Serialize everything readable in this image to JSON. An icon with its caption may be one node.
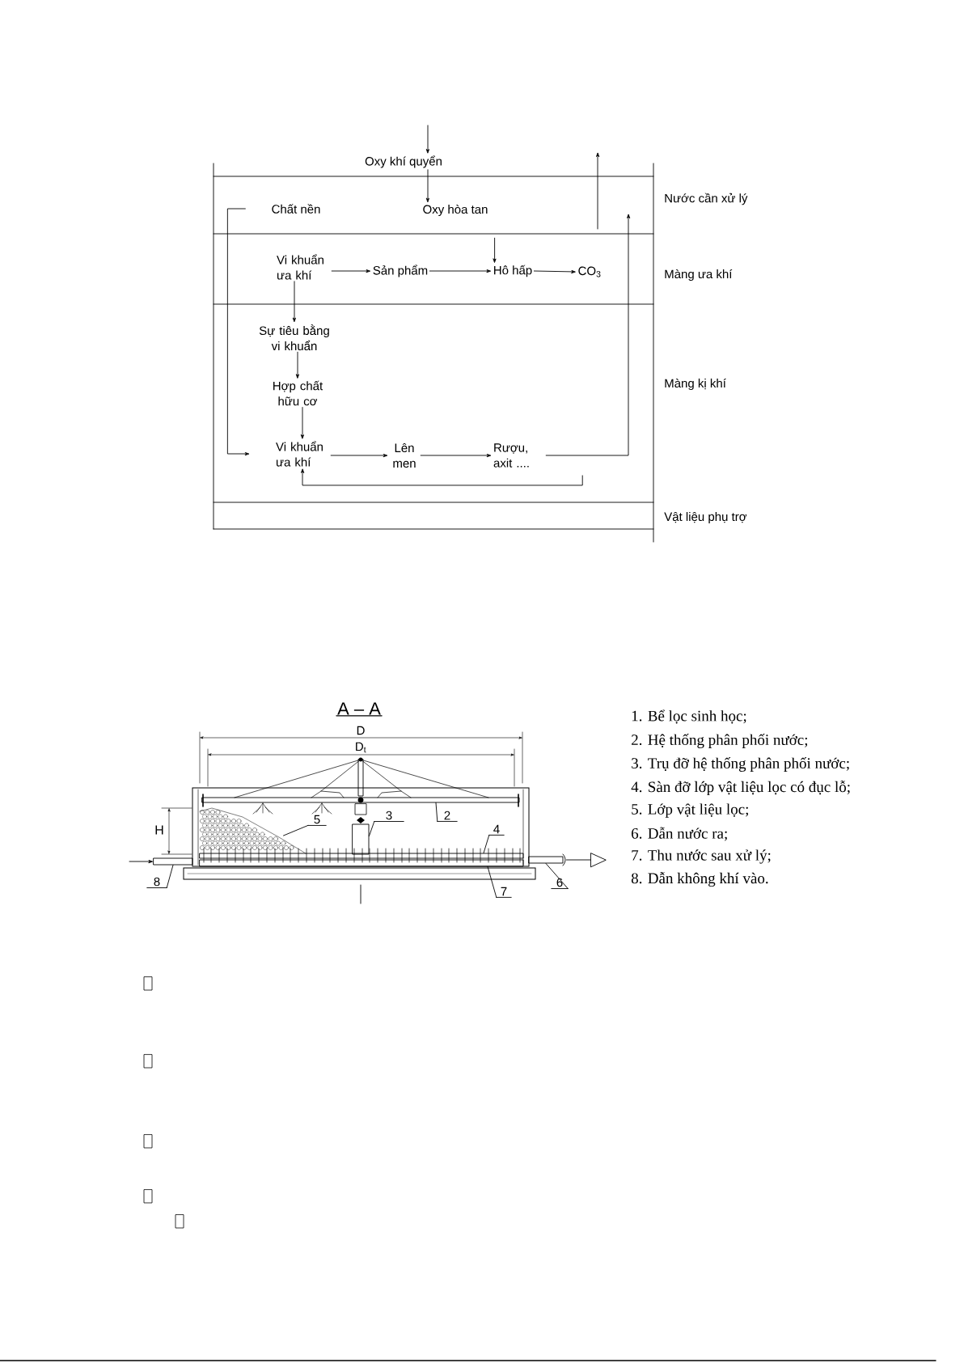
{
  "diagram": {
    "nodes": [
      {
        "text": [
          "Oxy khí quyển"
        ]
      },
      {
        "text": [
          "Oxy hòa tan"
        ]
      },
      {
        "text": [
          "Chất nền"
        ]
      },
      {
        "text": [
          "Vi khuẩn ưa khí"
        ]
      },
      {
        "text": [
          "Sản phẩm"
        ]
      },
      {
        "text": [
          "Hô hấp"
        ]
      },
      {
        "text": [
          "CO$_{3}$"
        ]
      },
      {
        "text": [
          "Sự tiêu bằng vi khuẩn"
        ]
      },
      {
        "text": [
          "Hợp chất hữu cơ"
        ]
      },
      {
        "text": [
          "Vi khuẩn ưa khí"
        ]
      },
      {
        "text": [
          "Lên men"
        ]
      },
      {
        "text": [
          "Rượu, axit ...."
        ]
      },
      {
        "text": [
          "2"
        ]
      },
      {
        "text": [
          "3"
        ]
      },
      {
        "text": [
          "4"
        ]
      },
      {
        "text": [
          "5"
        ]
      },
      {
        "text": [
          "6"
        ]
      },
      {
        "text": [
          "7"
        ]
      },
      {
        "text": [
          "8"
        ]
      },
      {
        "text": [],
        "shape": "bar"
      },
      {
        "text": [],
        "shape": "box"
      },
      {
        "text": [],
        "shape": "bar"
      },
      {
        "text": [],
        "shape": "picture"
      },
      {
        "text": [],
        "shape": "bar"
      },
      {
        "text": [],
        "shape": "bar"
      },
      {
        "text": [],
        "shape": "bar"
      }
    ],
    "edges": [
      {
        "from": null,
        "to": 0,
        "arrow": "to"
      },
      {
        "from": 0,
        "to": 1,
        "arrow": "to"
      },
      {
        "from": 1,
        "to": 5,
        "arrow": "to"
      },
      {
        "from": 3,
        "to": 4,
        "arrow": "to"
      },
      {
        "from": 4,
        "to": 5,
        "arrow": "to"
      },
      {
        "from": 5,
        "to": 6,
        "arrow": "to"
      },
      {
        "from": 3,
        "to": 7,
        "arrow": "to"
      },
      {
        "from": 7,
        "to": 8,
        "arrow": "to"
      },
      {
        "from": 8,
        "to": 9,
        "arrow": "to"
      },
      {
        "from": 2,
        "to": 9,
        "arrow": "to"
      },
      {
        "from": 9,
        "to": 10,
        "arrow": "to"
      },
      {
        "from": 10,
        "to": 11,
        "arrow": "to"
      },
      {
        "from": 11,
        "to": 9,
        "arrow": "to"
      },
      {
        "from": 11,
        "to": null,
        "arrow": "to"
      },
      {
        "from": 12,
        "to": 19,
        "arrow": "none"
      },
      {
        "from": 13,
        "to": 20,
        "arrow": "none"
      },
      {
        "from": 14,
        "to": 21,
        "arrow": "none"
      },
      {
        "from": 15,
        "to": 22,
        "arrow": "none"
      },
      {
        "from": 16,
        "to": 23,
        "arrow": "none"
      },
      {
        "from": 17,
        "to": 24,
        "arrow": "none"
      },
      {
        "from": 18,
        "to": 25,
        "arrow": "none"
      },
      {
        "from": null,
        "to": 25,
        "arrow": "to"
      },
      {
        "from": 23,
        "to": null,
        "arrow": "to"
      }
    ],
    "labels": [
      "Nước cần xử lý",
      "Màng ưa khí",
      "Màng kị khí",
      "Vật liệu phụ trợ",
      "A – A",
      "D",
      "D$_{t}$",
      "H",
      "1. Bể lọc sinh học;",
      "2. Hệ thống phân phối nước;",
      "3. Trụ đỡ hệ thống phân phối nước;",
      "4. Sàn đỡ lớp vật liệu lọc có đục lỗ;",
      "5. Lớp vật liệu lọc;",
      "6. Dẫn nước ra;",
      "7. Thu nước sau xử lý;",
      "8. Dẫn không khí vào."
    ]
  }
}
